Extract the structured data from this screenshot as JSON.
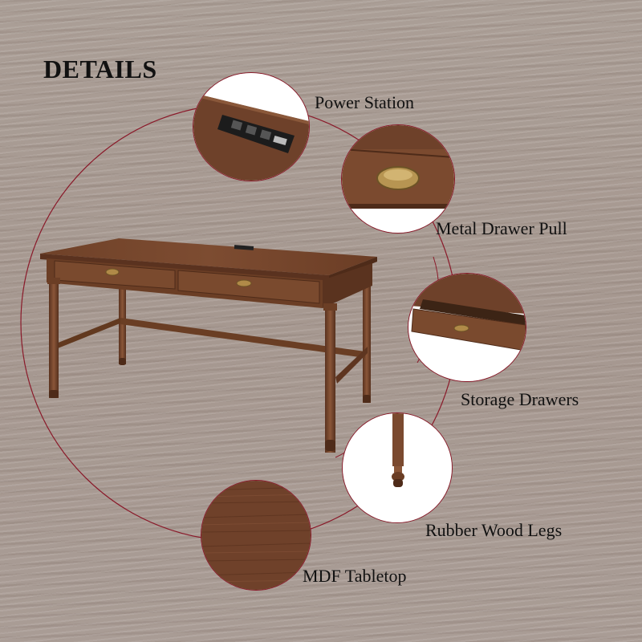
{
  "heading": "DETAILS",
  "features": [
    {
      "label": "Power Station"
    },
    {
      "label": "Metal Drawer Pull"
    },
    {
      "label": "Storage Drawers"
    },
    {
      "label": "Rubber Wood Legs"
    },
    {
      "label": "MDF Tabletop"
    }
  ],
  "colors": {
    "background": "#a89a92",
    "wood": "#7a4a30",
    "wood_dark": "#5a321f",
    "accent_line": "#8a1a2a",
    "brass": "#b08a48",
    "text": "#111111"
  }
}
